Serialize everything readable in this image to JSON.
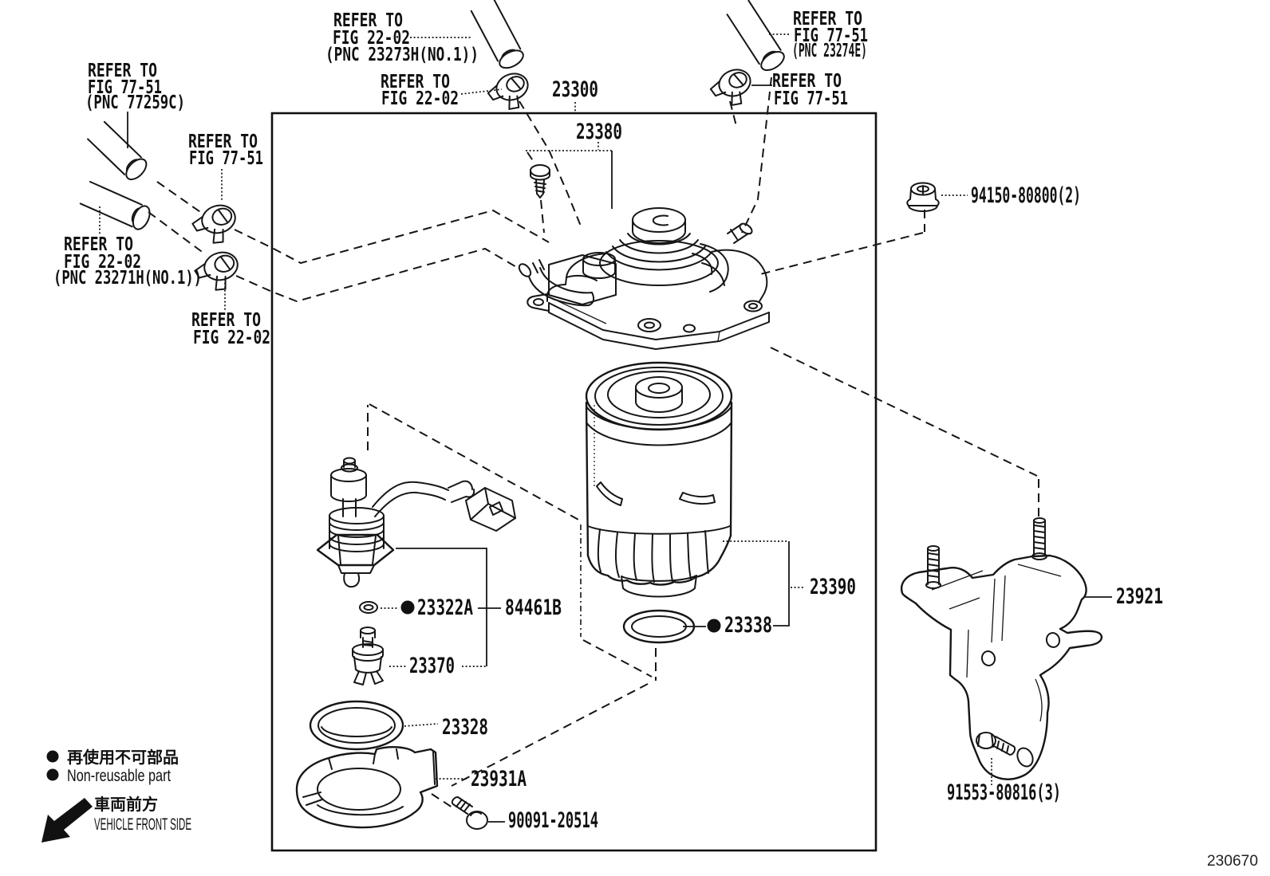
{
  "figure": {
    "code": "230670"
  },
  "legend": {
    "non_reusable_jp": "再使用不可部品",
    "non_reusable_en": "Non-reusable part",
    "vehicle_front_jp": "車両前方",
    "vehicle_front_en": "VEHICLE FRONT SIDE"
  },
  "parts": {
    "assy": "23300",
    "pump": "23380",
    "nut": "94150-80800(2)",
    "filter": "23390",
    "oring_filter": "23338",
    "oring_sensor": "23322A",
    "sensor": "84461B",
    "drain_cock": "23370",
    "gasket": "23328",
    "protector": "23931A",
    "bolt_protector": "90091-20514",
    "bracket": "23921",
    "bolt_bracket": "91553-80816(3)"
  },
  "refs": {
    "hose_77259c": {
      "l1": "REFER TO",
      "l2": "FIG 77-51",
      "l3": "(PNC 77259C)"
    },
    "clamp_7751_left": {
      "l1": "REFER TO",
      "l2": "FIG 77-51"
    },
    "hose_23271h": {
      "l1": "REFER TO",
      "l2": "FIG 22-02",
      "l3": "(PNC 23271H(NO.1))"
    },
    "clamp_2202_left": {
      "l1": "REFER TO",
      "l2": "FIG 22-02"
    },
    "hose_23273h": {
      "l1": "REFER TO",
      "l2": "FIG 22-02",
      "l3": "(PNC 23273H(NO.1))"
    },
    "clamp_2202_top": {
      "l1": "REFER TO",
      "l2": "FIG 22-02"
    },
    "hose_23274e": {
      "l1": "REFER TO",
      "l2": "FIG 77-51",
      "l3": "(PNC 23274E)"
    },
    "clamp_7751_right": {
      "l1": "REFER TO",
      "l2": "FIG 77-51"
    }
  }
}
